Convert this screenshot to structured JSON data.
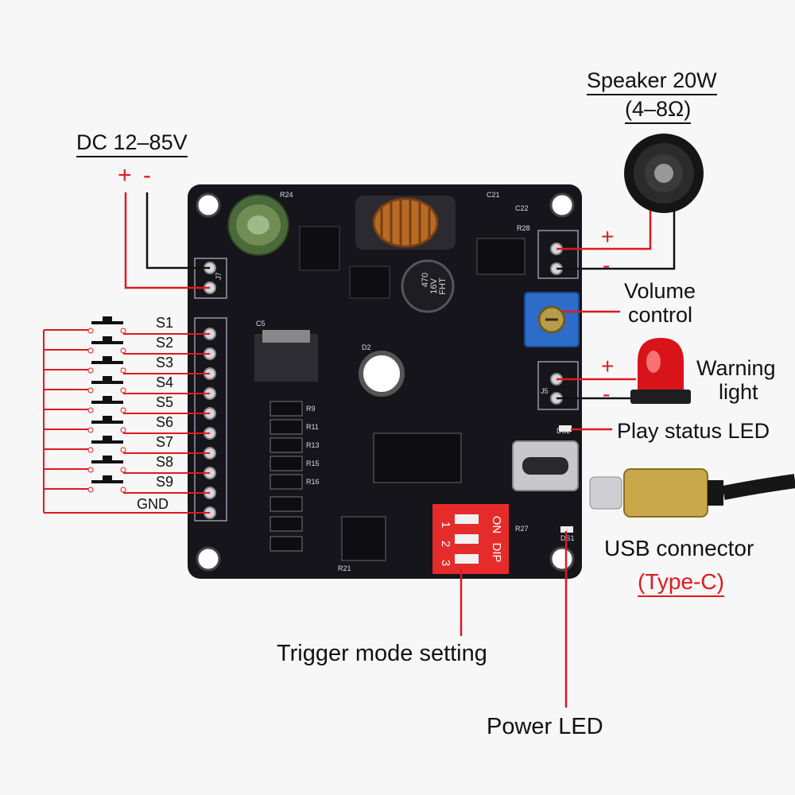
{
  "power_label": "DC 12–85V",
  "power_plus": "+",
  "power_minus": "-",
  "speaker_title": "Speaker 20W",
  "speaker_impedance": "(4–8Ω)",
  "speaker_plus": "+",
  "speaker_minus": "-",
  "volume_label_1": "Volume",
  "volume_label_2": "control",
  "warning_label_1": "Warning",
  "warning_label_2": "light",
  "warning_plus": "+",
  "warning_minus": "-",
  "play_status_label": "Play status LED",
  "usb_label": "USB connector",
  "usb_type_label": "(Type-C)",
  "trigger_label": "Trigger mode setting",
  "power_led_label": "Power LED",
  "switches": [
    "S1",
    "S2",
    "S3",
    "S4",
    "S5",
    "S6",
    "S7",
    "S8",
    "S9"
  ],
  "gnd_label": "GND",
  "board_texts": {
    "cap_470": "470",
    "cap_16v": "16V",
    "cap_fht": "FHT",
    "dip_on": "ON",
    "dip_dip": "DIP",
    "dip_nums": [
      "1",
      "2",
      "3"
    ],
    "j7": "J7",
    "j5": "J5",
    "r24": "R24",
    "r28": "R28",
    "r9": "R9",
    "r11": "R11",
    "r13": "R13",
    "r15": "R15",
    "r16": "R16",
    "c21": "C21",
    "c22": "C22",
    "c5": "C5",
    "d2": "D2",
    "ds2": "DS2",
    "ds1": "DS1",
    "r27": "R27",
    "r21": "R21"
  },
  "colors": {
    "accent_red": "#e0191f",
    "board": "#15151b",
    "background": "#f7f7f7"
  }
}
